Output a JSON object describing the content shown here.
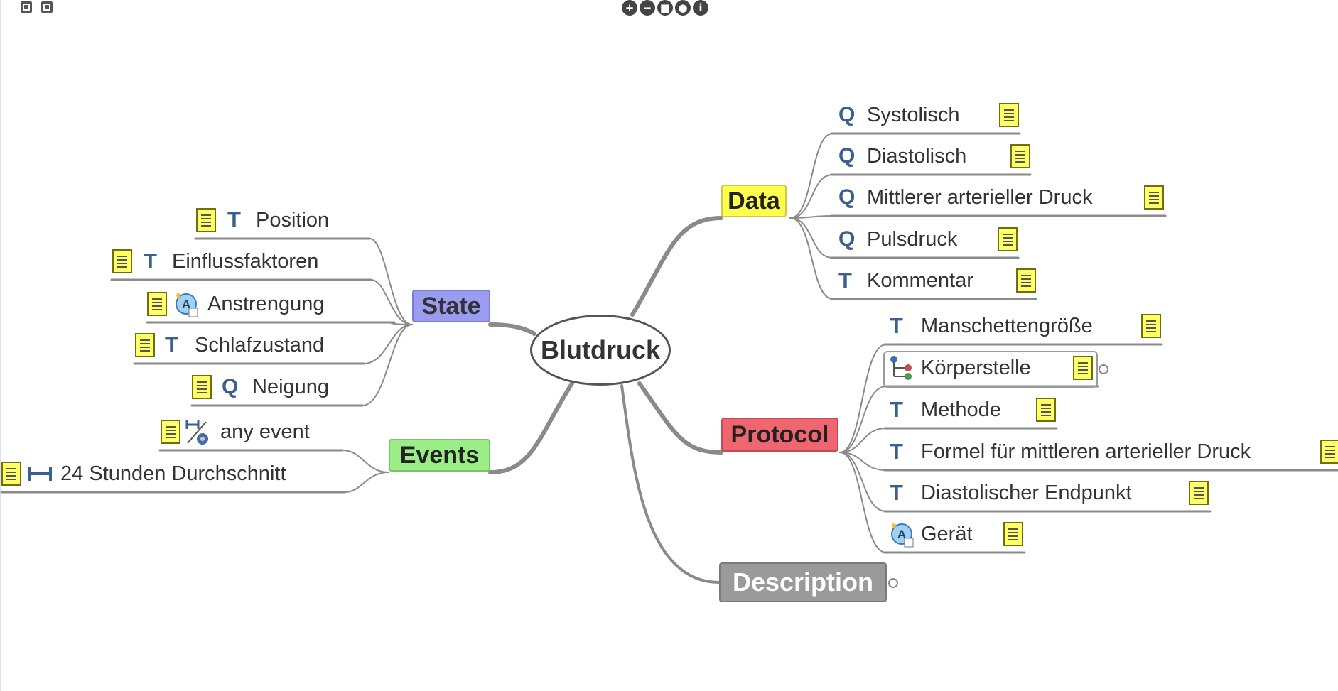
{
  "toolbar": {
    "left_buttons": [
      "window-icon",
      "window-alt-icon"
    ],
    "controls": [
      {
        "icon": "plus-icon",
        "glyph": "+"
      },
      {
        "icon": "minus-icon",
        "glyph": "−"
      },
      {
        "icon": "square-icon",
        "glyph": "■"
      },
      {
        "icon": "circle-icon",
        "glyph": "●"
      },
      {
        "icon": "info-icon",
        "glyph": "i"
      }
    ]
  },
  "mindmap": {
    "root": "Blutdruck",
    "categories": {
      "data": {
        "label": "Data",
        "color": "#ffff4d"
      },
      "state": {
        "label": "State",
        "color": "#9a9cf2"
      },
      "events": {
        "label": "Events",
        "color": "#99ee88"
      },
      "protocol": {
        "label": "Protocol",
        "color": "#ef6670"
      },
      "description": {
        "label": "Description",
        "color": "#9a9a9a"
      }
    },
    "data_items": [
      {
        "label": "Systolisch",
        "type": "Q"
      },
      {
        "label": "Diastolisch",
        "type": "Q"
      },
      {
        "label": "Mittlerer arterieller Druck",
        "type": "Q"
      },
      {
        "label": "Pulsdruck",
        "type": "Q"
      },
      {
        "label": "Kommentar",
        "type": "T"
      }
    ],
    "state_items": [
      {
        "label": "Position",
        "type": "T"
      },
      {
        "label": "Einflussfaktoren",
        "type": "T"
      },
      {
        "label": "Anstrengung",
        "type": "slot"
      },
      {
        "label": "Schlafzustand",
        "type": "T"
      },
      {
        "label": "Neigung",
        "type": "Q"
      }
    ],
    "events_items": [
      {
        "label": "any event",
        "type": "event"
      },
      {
        "label": "24 Stunden Durchschnitt",
        "type": "interval"
      }
    ],
    "protocol_items": [
      {
        "label": "Manschettengröße",
        "type": "T"
      },
      {
        "label": "Körperstelle",
        "type": "tree"
      },
      {
        "label": "Methode",
        "type": "T"
      },
      {
        "label": "Formel für mittleren arterieller Druck",
        "type": "T"
      },
      {
        "label": "Diastolischer Endpunkt",
        "type": "T"
      },
      {
        "label": "Gerät",
        "type": "slot"
      }
    ]
  }
}
